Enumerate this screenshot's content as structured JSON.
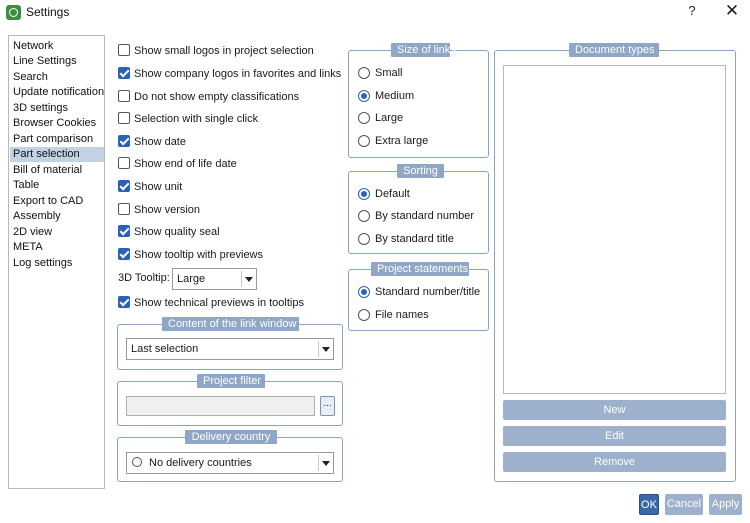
{
  "window": {
    "title": "Settings",
    "help": "?",
    "close": "✕"
  },
  "nav": {
    "items": [
      "Network",
      "Line Settings",
      "Search",
      "Update notification",
      "3D settings",
      "Browser Cookies",
      "Part comparison",
      "Part selection",
      "Bill of material",
      "Table",
      "Export to CAD",
      "Assembly",
      "2D view",
      "META",
      "Log settings"
    ],
    "selected": "Part selection"
  },
  "checkboxes": [
    {
      "label": "Show small logos in project selection",
      "checked": false
    },
    {
      "label": "Show company logos in favorites and links",
      "checked": true
    },
    {
      "label": "Do not show empty classifications",
      "checked": false
    },
    {
      "label": "Selection with single click",
      "checked": false
    },
    {
      "label": "Show date",
      "checked": true
    },
    {
      "label": "Show end of life date",
      "checked": false
    },
    {
      "label": "Show unit",
      "checked": true
    },
    {
      "label": "Show version",
      "checked": false
    },
    {
      "label": "Show quality seal",
      "checked": true
    },
    {
      "label": "Show tooltip with previews",
      "checked": true
    }
  ],
  "tooltip3d": {
    "label": "3D Tooltip:",
    "value": "Large"
  },
  "tech_previews": {
    "label": "Show technical previews in tooltips",
    "checked": true
  },
  "link_window": {
    "title": "Content of the link window",
    "value": "Last selection"
  },
  "project_filter": {
    "title": "Project filter",
    "value": "",
    "browse": "..."
  },
  "delivery_country": {
    "title": "Delivery country",
    "value": "No delivery countries"
  },
  "size_of_links": {
    "title": "Size of links",
    "options": [
      "Small",
      "Medium",
      "Large",
      "Extra large"
    ],
    "selected": "Medium"
  },
  "sorting": {
    "title": "Sorting",
    "options": [
      "Default",
      "By standard number",
      "By standard title"
    ],
    "selected": "Default"
  },
  "project_statements": {
    "title": "Project statements",
    "options": [
      "Standard number/title",
      "File names"
    ],
    "selected": "Standard number/title"
  },
  "document_types": {
    "title": "Document types",
    "items": [],
    "new": "New",
    "edit": "Edit",
    "remove": "Remove"
  },
  "footer": {
    "ok": "OK",
    "cancel": "Cancel",
    "apply": "Apply"
  },
  "colors": {
    "accent": "#2b62b6",
    "group_title": "#8fa6c6",
    "disabled_button": "#9db0cc",
    "ok_button": "#3a68a8"
  }
}
